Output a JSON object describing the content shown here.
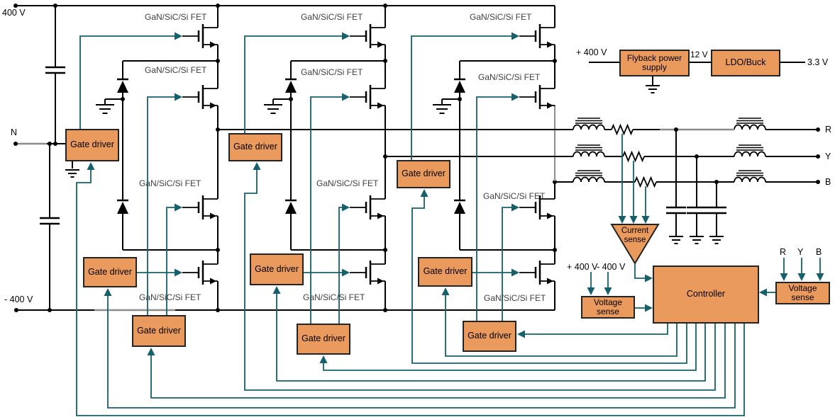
{
  "diagram": {
    "title_hint": "Three-phase three-level NPC inverter power stage block diagram",
    "rails": {
      "top": "400 V",
      "neutral": "N",
      "bottom": "- 400 V"
    },
    "fet_label": "GaN/SiC/Si FET",
    "gate_driver": "Gate driver",
    "controller": "Controller",
    "voltage_sense": "Voltage sense",
    "current_sense": "Current sense",
    "flyback": "Flyback power supply",
    "ldo": "LDO/Buck",
    "flyback_in": "+ 400 V",
    "flyback_mid": "12 V",
    "flyback_out": "3.3 V",
    "dc_sense_pos": "+ 400 V",
    "dc_sense_neg": "- 400 V",
    "phases": [
      "R",
      "Y",
      "B"
    ],
    "colors": {
      "box_fill": "#EA9A5C",
      "box_border": "#232323",
      "signal": "#15606B",
      "wire": "#000000",
      "grey_wire": "#8C8C8C",
      "fet_text": "#3F3F3F"
    }
  }
}
